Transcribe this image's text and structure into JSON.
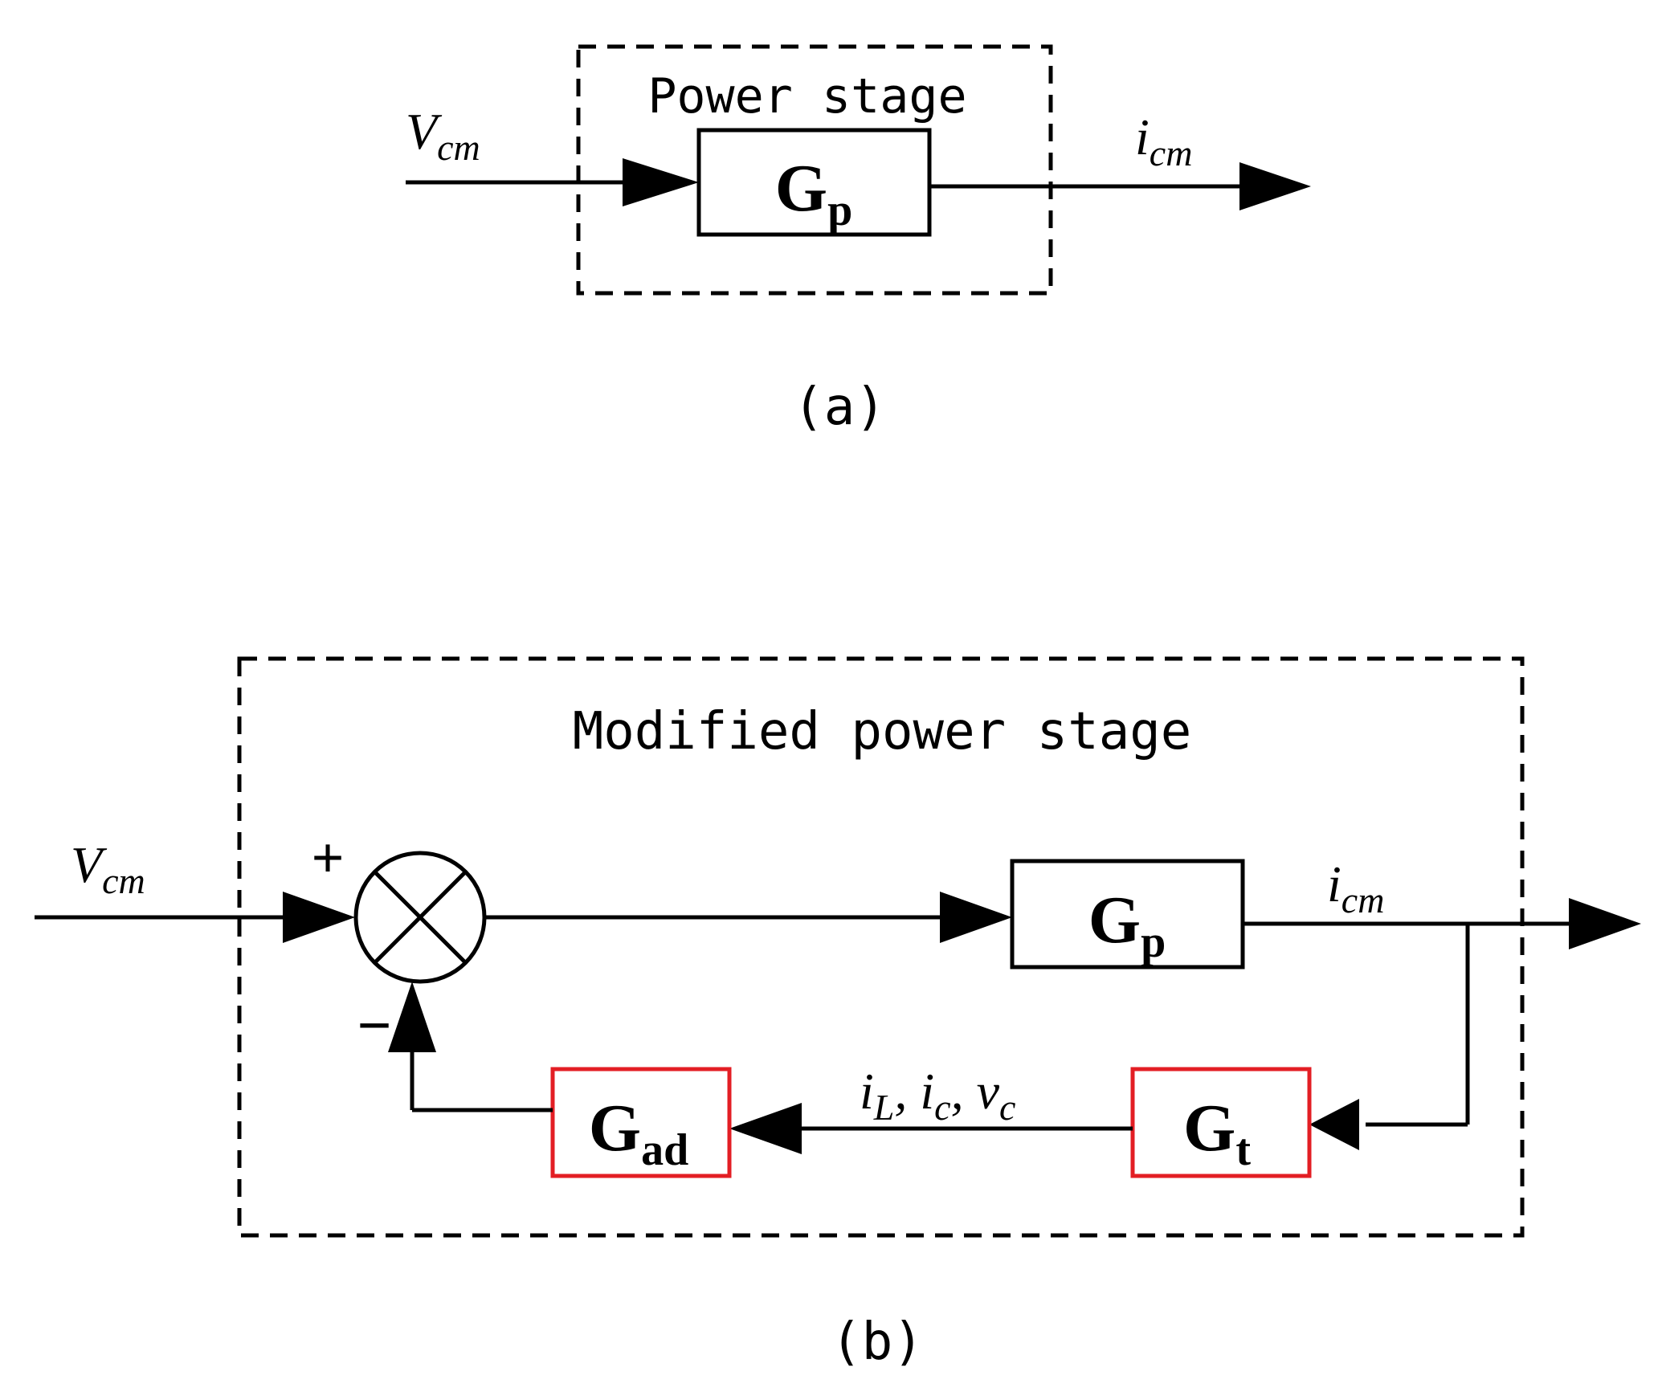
{
  "diagram_a": {
    "box_title": "Power stage",
    "input_label": {
      "main": "V",
      "sub": "cm"
    },
    "output_label": {
      "main": "i",
      "sub": "cm"
    },
    "block": {
      "main": "G",
      "sub": "p"
    },
    "caption": "(a)"
  },
  "diagram_b": {
    "box_title": "Modified power stage",
    "input_label": {
      "main": "V",
      "sub": "cm"
    },
    "output_label": {
      "main": "i",
      "sub": "cm"
    },
    "plus_sign": "+",
    "minus_sign": "−",
    "block_p": {
      "main": "G",
      "sub": "p"
    },
    "block_t": {
      "main": "G",
      "sub": "t"
    },
    "block_ad": {
      "main": "G",
      "sub": "ad"
    },
    "feedback_signals": {
      "s1": "i",
      "s1_sub": "L",
      "sep1": ", ",
      "s2": "i",
      "s2_sub": "c",
      "sep2": ", ",
      "s3": "v",
      "s3_sub": "c"
    },
    "caption": "(b)"
  },
  "colors": {
    "line": "#000000",
    "highlight_block": "#e31e24",
    "background": "#ffffff"
  }
}
